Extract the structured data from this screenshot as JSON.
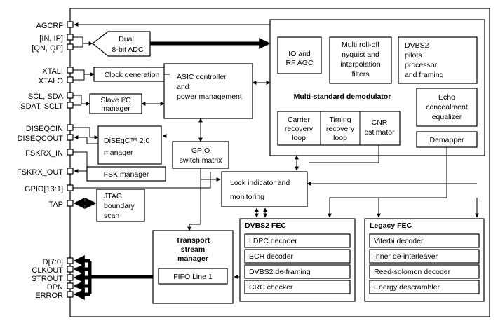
{
  "pins": {
    "agcrf": "AGCRF",
    "in_ip": "[IN, IP]",
    "qn_qp": "[QN, QP]",
    "xtali": "XTALI",
    "xtalo": "XTALO",
    "scl_sda": "SCL, SDA",
    "sdat_sclt": "SDAT, SCLT",
    "diseqcin": "DISEQCIN",
    "diseqcout": "DISEQCOUT",
    "fskrx_in": "FSKRX_IN",
    "fskrx_out": "FSKRX_OUT",
    "gpio": "GPIO[13:1]",
    "tap": "TAP",
    "d70": "D[7:0]",
    "clkout": "CLKOUT",
    "strout": "STROUT",
    "dpn": "DPN",
    "error": "ERROR"
  },
  "blocks": {
    "adc": [
      "Dual",
      "8-bit ADC"
    ],
    "clock": "Clock generation",
    "slave_i2c": [
      "Slave I²C",
      "manager"
    ],
    "asic": [
      "ASIC controller",
      "and",
      "power management"
    ],
    "diseqc": [
      "DiSEqC™ 2.0",
      "manager"
    ],
    "fsk": "FSK manager",
    "gpio_matrix": [
      "GPIO",
      "switch matrix"
    ],
    "jtag": [
      "JTAG",
      "boundary",
      "scan"
    ],
    "lock": [
      "Lock indicator and",
      "monitoring"
    ],
    "transport": [
      "Transport",
      "stream",
      "manager"
    ],
    "fifo": "FIFO Line 1",
    "io_agc": [
      "IO and",
      "RF AGC"
    ],
    "nyquist": [
      "Multi roll-off",
      "nyquist and",
      "interpolation",
      "filters"
    ],
    "pilots": [
      "DVBS2",
      "pilots",
      "processor",
      "and framing"
    ],
    "demod_title": "Multi-standard demodulator",
    "echo": [
      "Echo",
      "concealment",
      "equalizer"
    ],
    "carrier": [
      "Carrier",
      "recovery",
      "loop"
    ],
    "timing": [
      "Timing",
      "recovery",
      "loop"
    ],
    "cnr": [
      "CNR",
      "estimator"
    ],
    "demapper": "Demapper",
    "dvbs2_fec": {
      "title": "DVBS2 FEC",
      "items": [
        "LDPC decoder",
        "BCH decoder",
        "DVBS2 de-framing",
        "CRC checker"
      ]
    },
    "legacy_fec": {
      "title": "Legacy FEC",
      "items": [
        "Viterbi decoder",
        "Inner de-interleaver",
        "Reed-solomon decoder",
        "Energy descrambler"
      ]
    }
  }
}
